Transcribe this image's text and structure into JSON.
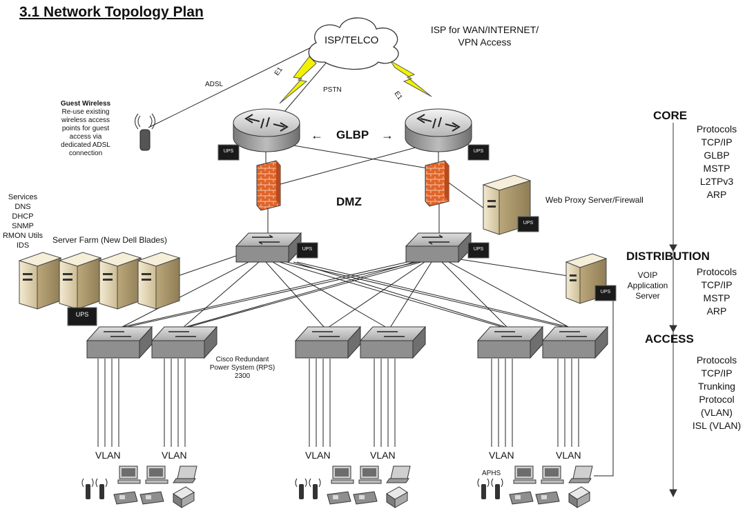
{
  "title": "3.1 Network Topology Plan",
  "isp": {
    "cloud_label": "ISP/TELCO",
    "note_line1": "ISP for WAN/INTERNET/",
    "note_line2": "VPN Access",
    "link_adsl": "ADSL",
    "link_e1_left": "E1",
    "link_e1_right": "E1",
    "link_pstn": "PSTN"
  },
  "guest": {
    "title": "Guest Wireless",
    "lines": [
      "Re-use existing",
      "wireless access",
      "points for guest",
      "access via",
      "dedicated ADSL",
      "connection"
    ]
  },
  "core": {
    "glbp": "GLBP",
    "arrow_left": "←",
    "arrow_right": "→",
    "dmz": "DMZ"
  },
  "proxy": {
    "label": "Web Proxy Server/Firewall"
  },
  "services": {
    "lines": [
      "Services",
      "DNS",
      "DHCP",
      "SNMP",
      "RMON Utils",
      "IDS"
    ]
  },
  "server_farm": {
    "label": "Server Farm (New Dell Blades)"
  },
  "voip": {
    "lines": [
      "VOIP",
      "Application",
      "Server"
    ]
  },
  "rps": {
    "lines": [
      "Cisco Redundant",
      "Power System (RPS)",
      "2300"
    ]
  },
  "ups_label": "UPS",
  "vlan_label": "VLAN",
  "aphs_label": "APHS",
  "layers": {
    "core": {
      "name": "CORE",
      "protocols": [
        "Protocols",
        "TCP/IP",
        "GLBP",
        "MSTP",
        "L2TPv3",
        "ARP"
      ]
    },
    "distribution": {
      "name": "DISTRIBUTION",
      "protocols": [
        "Protocols",
        "TCP/IP",
        "MSTP",
        "ARP"
      ]
    },
    "access": {
      "name": "ACCESS",
      "protocols": [
        "Protocols",
        "TCP/IP",
        "Trunking",
        "Protocol",
        "(VLAN)",
        "ISL (VLAN)"
      ]
    }
  },
  "colors": {
    "firewall": "#e0642a",
    "lightning": "#f2f200",
    "switch_top": "#c9c9c9",
    "switch_side": "#8a8a8a",
    "server": "#e9dcbc"
  }
}
